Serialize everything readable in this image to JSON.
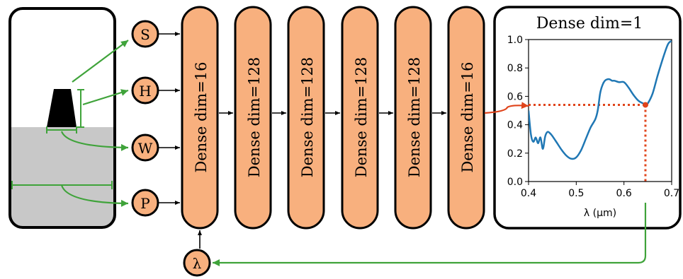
{
  "colors": {
    "node_fill": "#F8B07E",
    "stroke": "#000000",
    "green": "#3FA33A",
    "red": "#E0441B",
    "curve": "#1F77B4",
    "substrate": "#C8C8C8"
  },
  "inputs": [
    "S",
    "H",
    "W",
    "P"
  ],
  "wavelength_input": "λ",
  "layers": [
    "Dense dim=16",
    "Dense dim=128",
    "Dense dim=128",
    "Dense dim=128",
    "Dense dim=128",
    "Dense dim=16"
  ],
  "output_panel": {
    "title": "Dense dim=1"
  },
  "chart_data": {
    "type": "line",
    "xlabel": "λ (μm)",
    "ylabel": "",
    "xlim": [
      0.4,
      0.7
    ],
    "ylim": [
      0.0,
      1.0
    ],
    "xticks": [
      "0.4",
      "0.5",
      "0.6",
      "0.7"
    ],
    "yticks": [
      "0.0",
      "0.2",
      "0.4",
      "0.6",
      "0.8",
      "1.0"
    ],
    "grid": false,
    "series": [
      {
        "x": [
          0.4,
          0.405,
          0.41,
          0.415,
          0.42,
          0.425,
          0.43,
          0.435,
          0.44,
          0.445,
          0.45,
          0.46,
          0.47,
          0.48,
          0.49,
          0.5,
          0.51,
          0.52,
          0.53,
          0.54,
          0.545,
          0.55,
          0.555,
          0.56,
          0.565,
          0.57,
          0.575,
          0.58,
          0.59,
          0.6,
          0.61,
          0.62,
          0.63,
          0.64,
          0.645,
          0.65,
          0.66,
          0.67,
          0.68,
          0.69,
          0.695,
          0.7
        ],
        "y": [
          0.5,
          0.33,
          0.28,
          0.31,
          0.27,
          0.31,
          0.23,
          0.32,
          0.35,
          0.34,
          0.32,
          0.27,
          0.22,
          0.18,
          0.16,
          0.17,
          0.22,
          0.3,
          0.38,
          0.44,
          0.5,
          0.62,
          0.68,
          0.71,
          0.72,
          0.72,
          0.71,
          0.71,
          0.7,
          0.7,
          0.66,
          0.61,
          0.57,
          0.55,
          0.54,
          0.55,
          0.62,
          0.74,
          0.85,
          0.95,
          0.98,
          0.99
        ]
      }
    ],
    "marker": {
      "x": 0.645,
      "y": 0.54
    }
  }
}
